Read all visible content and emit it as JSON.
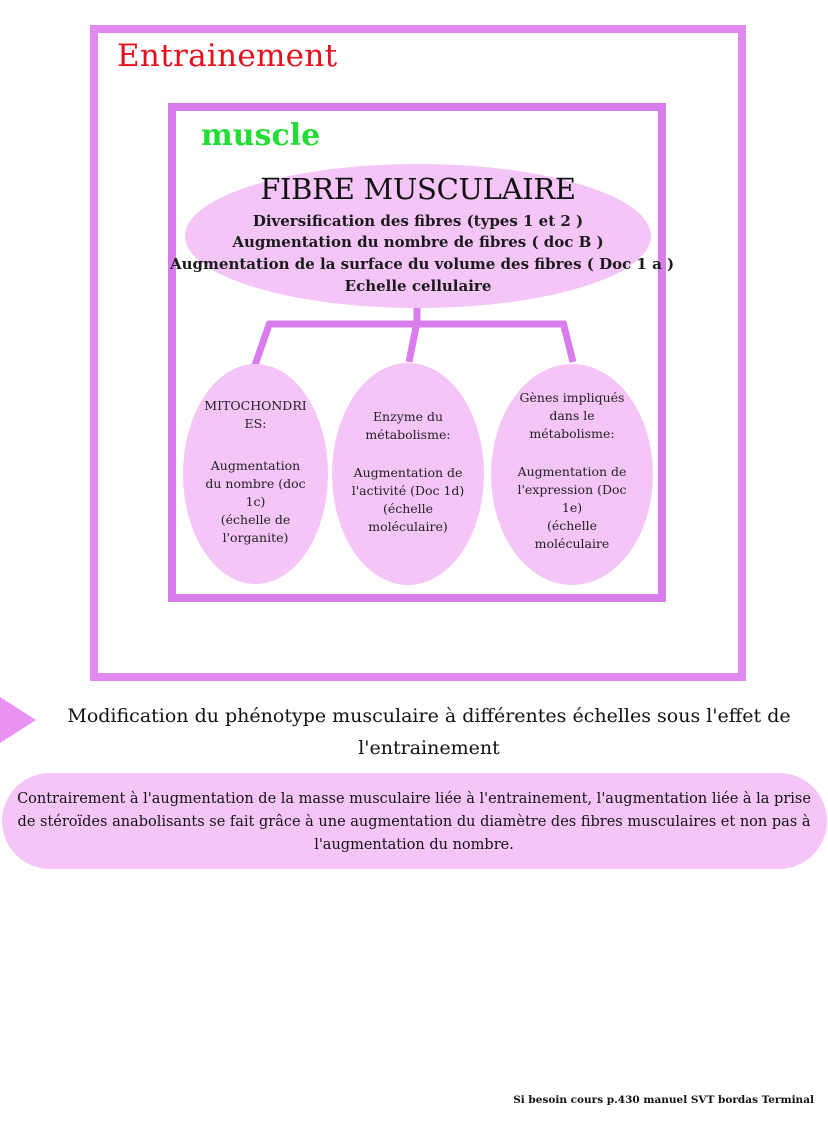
{
  "colors": {
    "frame_outer": "#e08af0",
    "frame_inner": "#d97ded",
    "bubble_fill": "#f5c5f8",
    "title_red": "#e8101c",
    "title_green": "#22dd33",
    "arrow": "#e892f3"
  },
  "outer_box": {
    "title": "Entrainement"
  },
  "inner_box": {
    "title": "muscle"
  },
  "main_bubble": {
    "title": "FIBRE MUSCULAIRE",
    "lines": [
      "Diversification des fibres (types 1 et 2 )",
      "Augmentation du nombre de fibres ( doc B )",
      "Augmentation de la surface du volume des fibres ( Doc 1 a )",
      "Echelle cellulaire"
    ]
  },
  "sub_bubbles": [
    {
      "lines": [
        "MITOCHONDRI",
        "ES:",
        "",
        "Augmentation",
        "du nombre (doc",
        "1c)",
        "(échelle de",
        "l'organite)"
      ]
    },
    {
      "lines": [
        "Enzyme du",
        "métabolisme:",
        "",
        "Augmentation de",
        "l'activité (Doc 1d)",
        "(échelle",
        "moléculaire)"
      ]
    },
    {
      "lines": [
        "Gènes impliqués",
        "dans le",
        "métabolisme:",
        "",
        "Augmentation de",
        "l'expression (Doc",
        "1e)",
        "(échelle",
        "moléculaire"
      ]
    }
  ],
  "summary": {
    "arrow_icon": "triangle-right-icon",
    "line1": "Modification du phénotype musculaire à différentes échelles sous l'effet de",
    "line2": "l'entrainement"
  },
  "note": {
    "line1": "Contrairement à l'augmentation de la masse musculaire liée à l'entrainement, l'augmentation liée à la prise",
    "line2": "de stéroïdes anabolisants se fait grâce à une augmentation du diamètre des fibres musculaires et non pas à",
    "line3": "l'augmentation du nombre."
  },
  "footer": {
    "source": "Si besoin cours p.430 manuel SVT bordas Terminal"
  }
}
